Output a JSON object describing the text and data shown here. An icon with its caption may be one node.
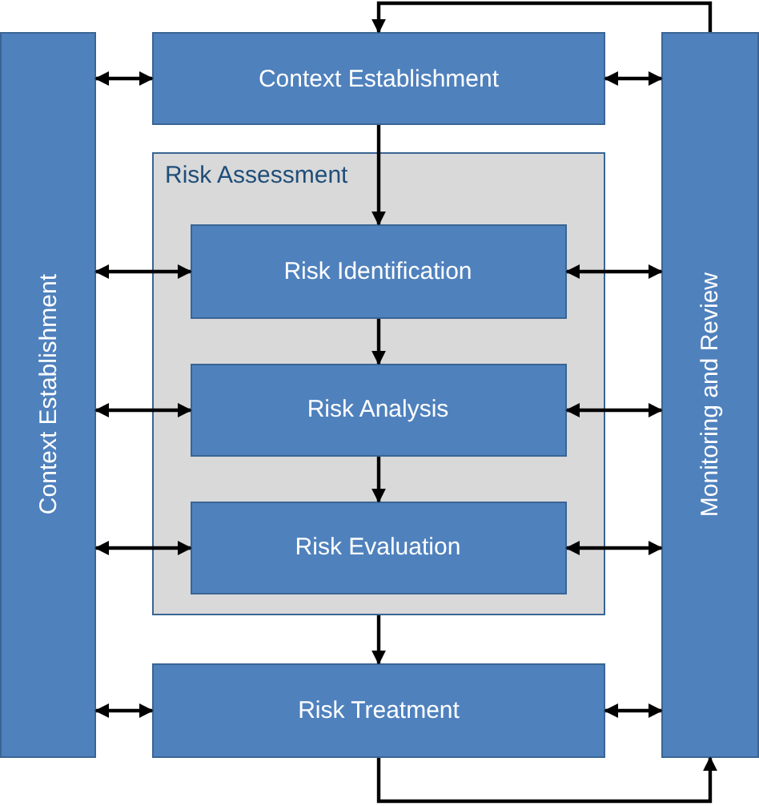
{
  "diagram": {
    "nodes": [
      {
        "text": [
          "Context Establishment"
        ]
      },
      {
        "text": [
          "Context Establishment"
        ]
      },
      {
        "text": [
          "Monitoring and Review"
        ]
      },
      {
        "text": [
          "Risk Assessment"
        ]
      },
      {
        "text": [
          "Risk Identification"
        ],
        "in": 3
      },
      {
        "text": [
          "Risk Analysis"
        ],
        "in": 3
      },
      {
        "text": [
          "Risk Evaluation"
        ],
        "in": 3
      },
      {
        "text": [
          "Risk Treatment"
        ]
      }
    ],
    "edges": [
      {
        "from": 0,
        "to": 1,
        "arrow": "both"
      },
      {
        "from": 1,
        "to": 2,
        "arrow": "both"
      },
      {
        "from": 0,
        "to": 4,
        "arrow": "both"
      },
      {
        "from": 4,
        "to": 2,
        "arrow": "both"
      },
      {
        "from": 0,
        "to": 5,
        "arrow": "both"
      },
      {
        "from": 5,
        "to": 2,
        "arrow": "both"
      },
      {
        "from": 0,
        "to": 6,
        "arrow": "both"
      },
      {
        "from": 6,
        "to": 2,
        "arrow": "both"
      },
      {
        "from": 0,
        "to": 7,
        "arrow": "both"
      },
      {
        "from": 7,
        "to": 2,
        "arrow": "both"
      },
      {
        "from": 1,
        "to": 4,
        "arrow": "to"
      },
      {
        "from": 4,
        "to": 5,
        "arrow": "to"
      },
      {
        "from": 5,
        "to": 6,
        "arrow": "to"
      },
      {
        "from": 3,
        "to": 7,
        "arrow": "to"
      },
      {
        "from": 2,
        "to": 1,
        "arrow": "to"
      },
      {
        "from": 7,
        "to": 2,
        "arrow": "to"
      }
    ]
  }
}
